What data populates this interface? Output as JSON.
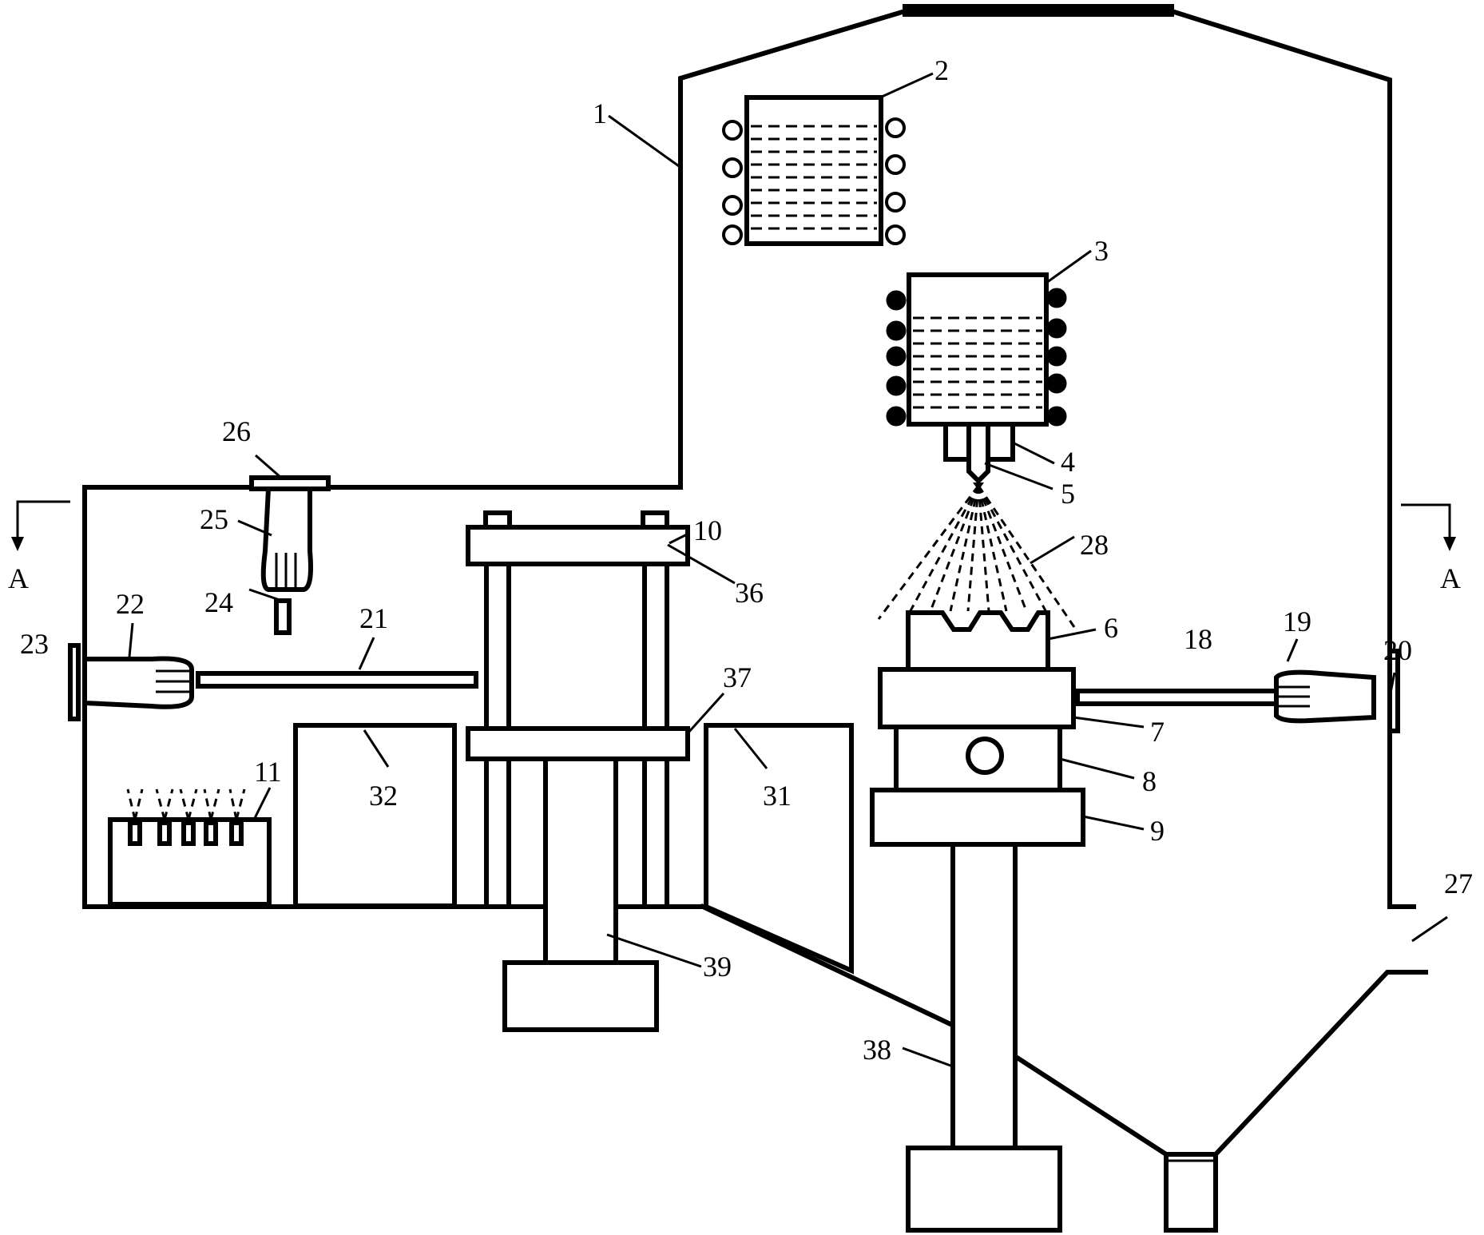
{
  "labels": {
    "l1": "1",
    "l2": "2",
    "l3": "3",
    "l4": "4",
    "l5": "5",
    "l6": "6",
    "l7": "7",
    "l8": "8",
    "l9": "9",
    "l10": "10",
    "l11": "11",
    "l18": "18",
    "l19": "19",
    "l20": "20",
    "l21": "21",
    "l22": "22",
    "l23": "23",
    "l24": "24",
    "l25": "25",
    "l26": "26",
    "l27": "27",
    "l28": "28",
    "l31": "31",
    "l32": "32",
    "l36": "36",
    "l37": "37",
    "l38": "38",
    "l39": "39"
  },
  "section_marks": {
    "left": "A",
    "right": "A"
  }
}
